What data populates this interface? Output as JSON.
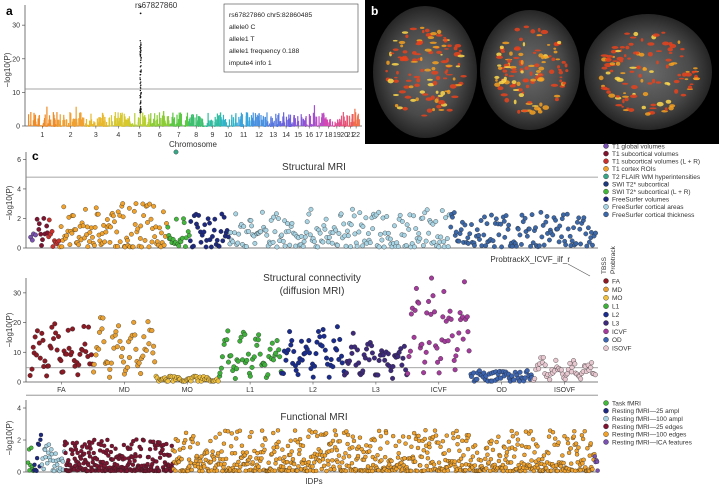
{
  "panels": {
    "a": {
      "label": "a",
      "ylabel": "−log10(P)",
      "xlabel": "Chromosome",
      "top_snp": "rs67827860",
      "info_lines": [
        "rs67827860 chr5:82860485",
        "allele0 C",
        "allele1 T",
        "allele1 frequency 0.188",
        "impute4 info 1"
      ]
    },
    "b": {
      "label": "b"
    },
    "c": {
      "label": "c",
      "ylabel": "−log10(P)",
      "xlabel": "IDPs",
      "sub_titles": [
        "Structural MRI",
        "Structural connectivity",
        "(diffusion MRI)",
        "Functional MRI"
      ],
      "annotation": "ProbtrackX_ICVF_ilf_r",
      "tbss_label": "TBSS",
      "probtrack_label": "Probtrack"
    }
  },
  "chart_data": [
    {
      "type": "scatter",
      "name": "manhattan",
      "title": "",
      "xlabel": "Chromosome",
      "ylabel": "−log10(P)",
      "categories": [
        "1",
        "2",
        "3",
        "4",
        "5",
        "6",
        "7",
        "8",
        "9",
        "10",
        "11",
        "12",
        "13",
        "14",
        "15",
        "16",
        "17",
        "18",
        "19",
        "20",
        "21",
        "22"
      ],
      "yticks": [
        0,
        10,
        20,
        30
      ],
      "ylim": [
        0,
        36
      ],
      "threshold": 11,
      "chrom_colors": [
        "#f08a24",
        "#f0a030",
        "#e8b82c",
        "#d8c830",
        "#b8d030",
        "#8ccc34",
        "#5cc844",
        "#3cc070",
        "#30bca0",
        "#30b4c8",
        "#38a4dc",
        "#4890e0",
        "#5878e0",
        "#6c64dc",
        "#8458d8",
        "#a050d0",
        "#bc4cc4",
        "#d448b0",
        "#e04c94",
        "#e85478",
        "#ec5c60",
        "#f0704c"
      ],
      "peak": {
        "chromosome": 5,
        "neglog10p": 35.5
      }
    },
    {
      "type": "scatter",
      "name": "structural_mri",
      "title": "Structural MRI",
      "ylabel": "−log10(P)",
      "yticks": [
        0,
        2,
        4,
        6
      ],
      "ylim": [
        0,
        6.5
      ],
      "threshold": 4.8,
      "max_point": 6.5,
      "legend": [
        {
          "name": "T1 global volumes",
          "color": "#7a52b0"
        },
        {
          "name": "T1 subcortical volumes",
          "color": "#7e1430"
        },
        {
          "name": "T1 subcortical volumes (L + R)",
          "color": "#c8322e"
        },
        {
          "name": "T1 cortex ROIs",
          "color": "#f0a22c"
        },
        {
          "name": "T2 FLAIR WM hyperintensities",
          "color": "#3aa888"
        },
        {
          "name": "SWI T2* subcortical",
          "color": "#1e3a7a"
        },
        {
          "name": "SWI T2* subcortical (L + R)",
          "color": "#44b83c"
        },
        {
          "name": "FreeSurfer volumes",
          "color": "#1e2a80"
        },
        {
          "name": "FreeSurfer cortical areas",
          "color": "#a8d4e4"
        },
        {
          "name": "FreeSurfer cortical thickness",
          "color": "#3c68a8"
        }
      ]
    },
    {
      "type": "scatter",
      "name": "structural_connectivity",
      "title": "Structural connectivity (diffusion MRI)",
      "ylabel": "−log10(P)",
      "yticks": [
        0,
        10,
        20,
        30
      ],
      "ylim": [
        0,
        35
      ],
      "threshold": 4.8,
      "categories": [
        "FA",
        "MD",
        "MO",
        "L1",
        "L2",
        "L3",
        "ICVF",
        "OD",
        "ISOVF"
      ],
      "group_max": [
        22,
        23,
        2,
        18,
        20,
        17,
        36,
        4,
        9
      ],
      "legend": [
        {
          "name": "FA",
          "color": "#8c1a24"
        },
        {
          "name": "MD",
          "color": "#e8a032"
        },
        {
          "name": "MO",
          "color": "#f0c040"
        },
        {
          "name": "L1",
          "color": "#40b03c"
        },
        {
          "name": "L2",
          "color": "#1a2c8c"
        },
        {
          "name": "L3",
          "color": "#3e2a7a"
        },
        {
          "name": "ICVF",
          "color": "#a43c9c"
        },
        {
          "name": "OD",
          "color": "#3c64b0"
        },
        {
          "name": "ISOVF",
          "color": "#e8c8d0"
        }
      ]
    },
    {
      "type": "scatter",
      "name": "functional_mri",
      "title": "Functional MRI",
      "xlabel": "IDPs",
      "ylabel": "−log10(P)",
      "yticks": [
        0,
        2,
        4
      ],
      "ylim": [
        0,
        4.5
      ],
      "threshold": 4.8,
      "legend": [
        {
          "name": "Task fMRI",
          "color": "#44b83c"
        },
        {
          "name": "Resting fMRI—25 ampl",
          "color": "#1e2a80"
        },
        {
          "name": "Resting fMRI—100 ampl",
          "color": "#a8d4e4"
        },
        {
          "name": "Resting fMRI—25 edges",
          "color": "#7e1430"
        },
        {
          "name": "Resting fMRI—100 edges",
          "color": "#f0a22c"
        },
        {
          "name": "Resting fMRI—ICA features",
          "color": "#7a52b0"
        }
      ]
    }
  ]
}
